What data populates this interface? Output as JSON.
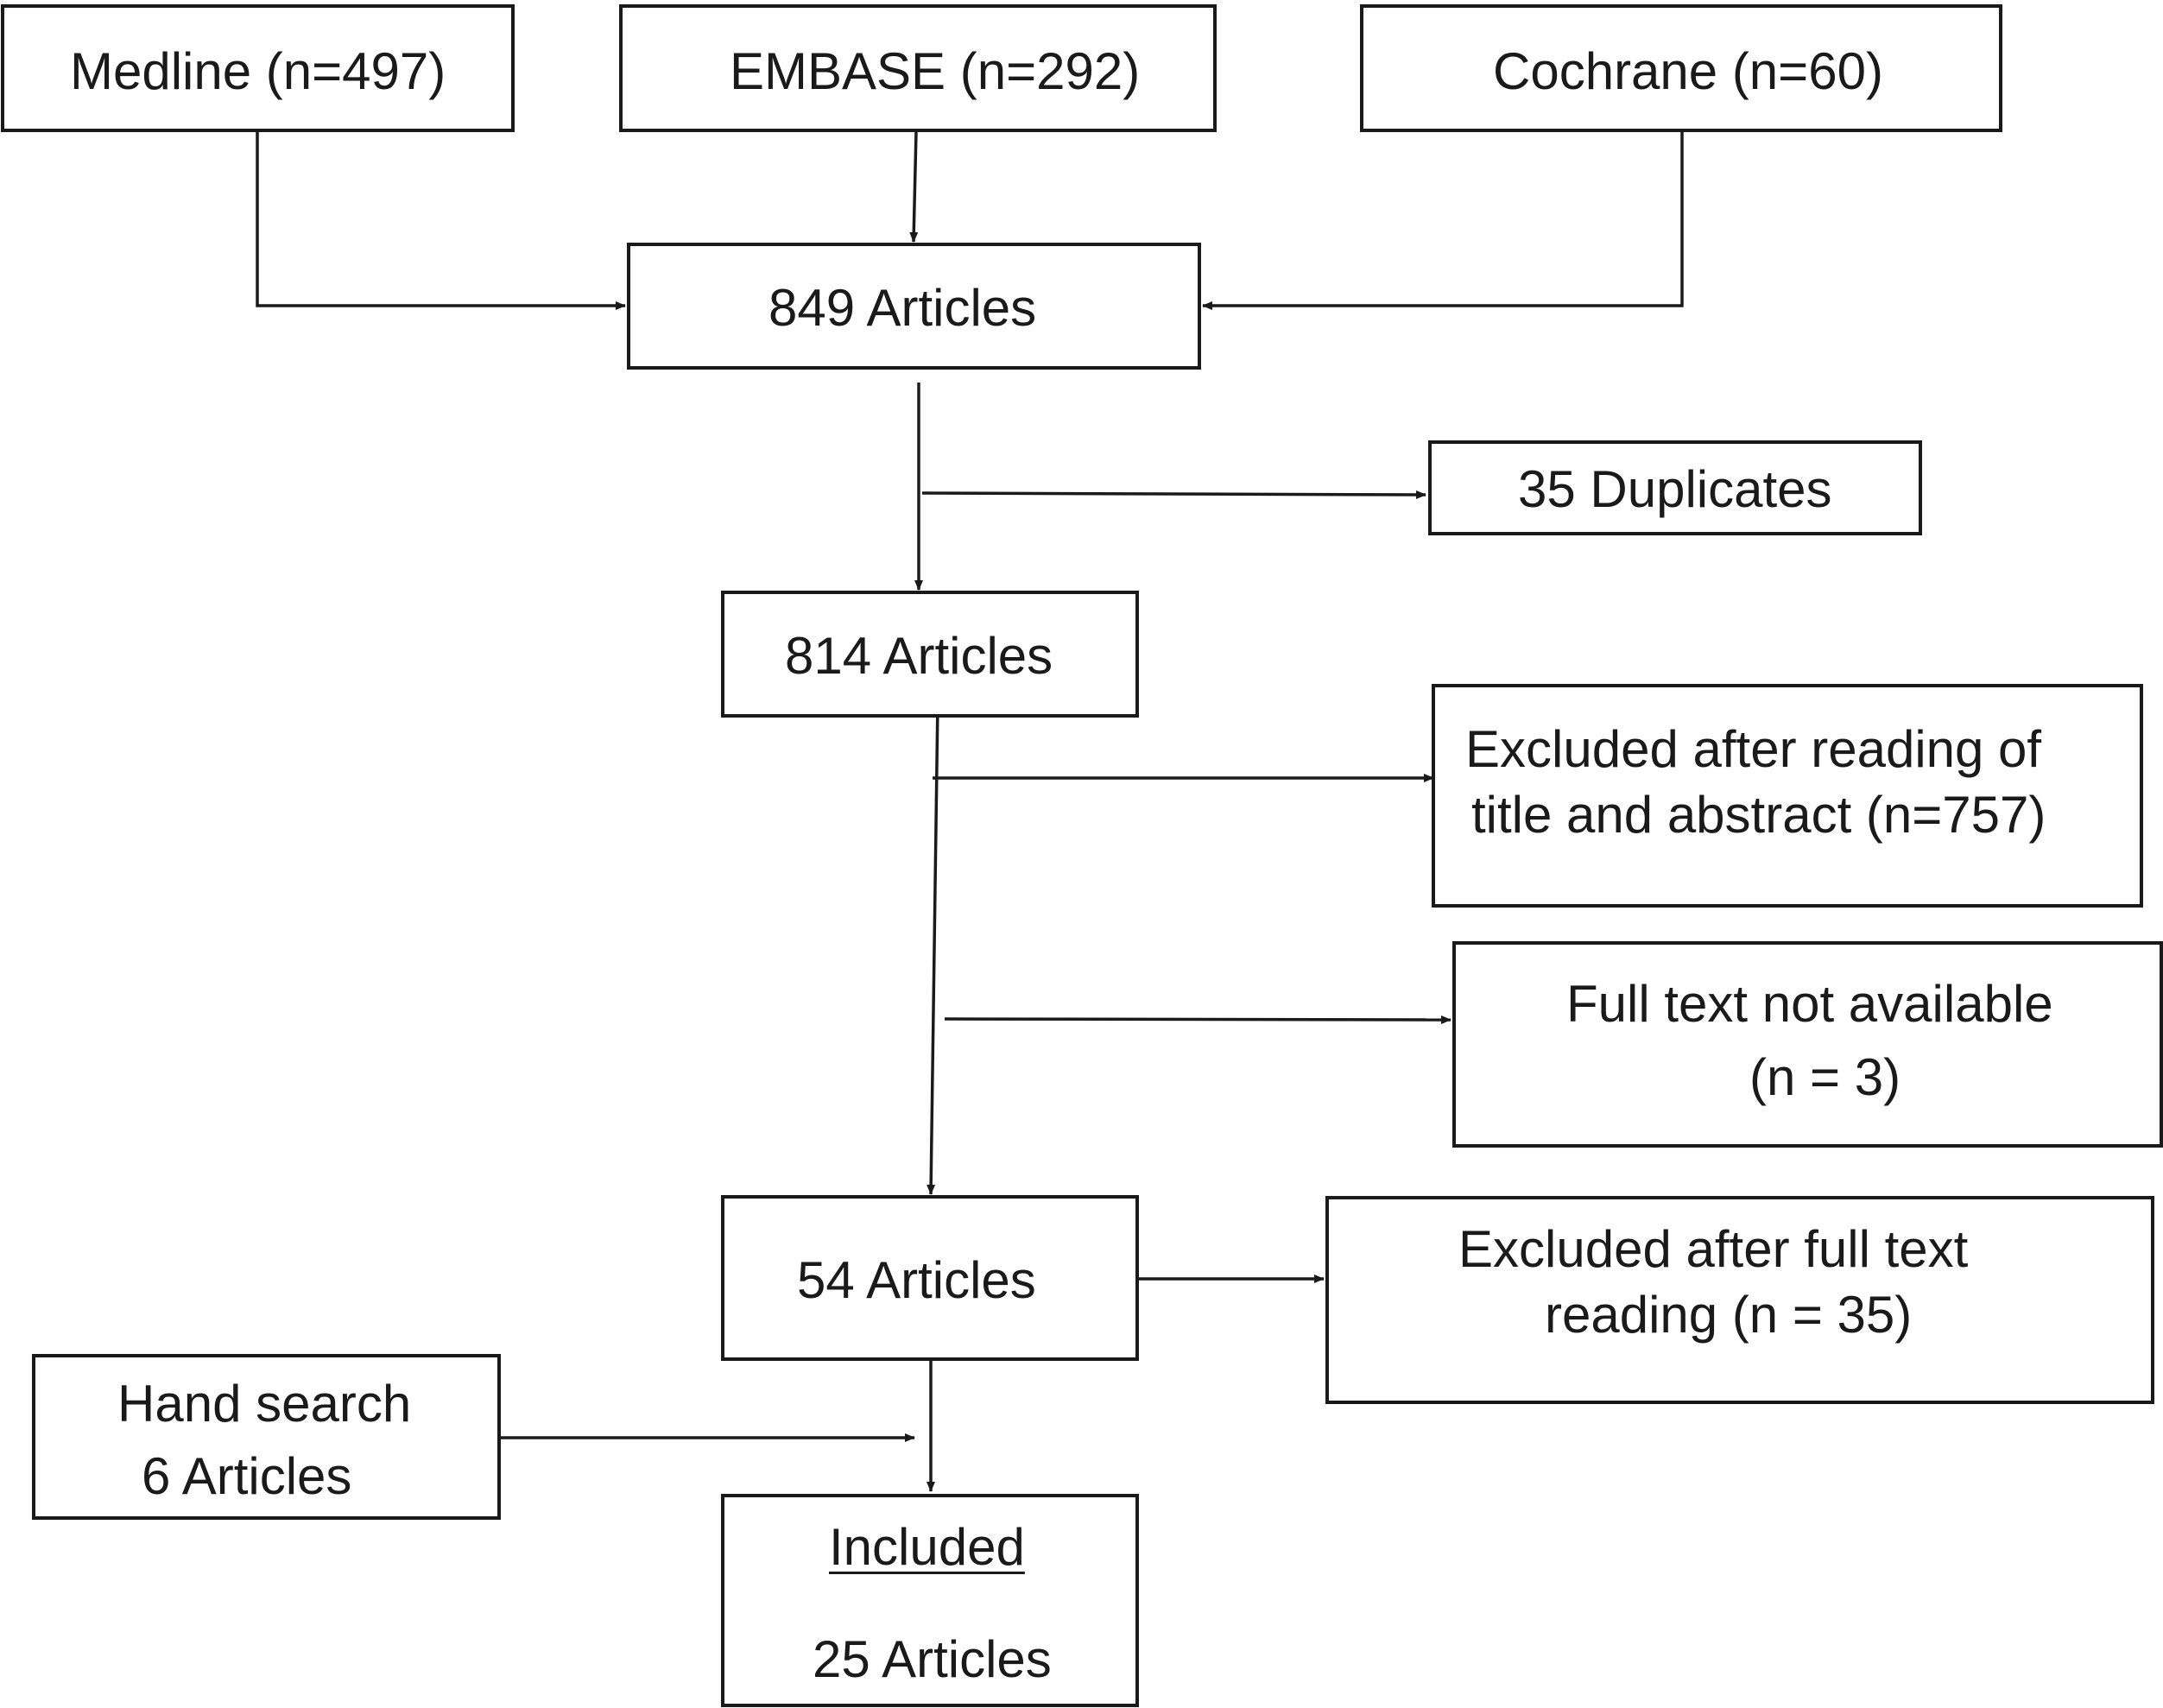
{
  "sources": {
    "medline": "Medline (n=497)",
    "embase": "EMBASE (n=292)",
    "cochrane": "Cochrane (n=60)"
  },
  "identified": "849 Articles",
  "duplicates": "35 Duplicates",
  "after_duplicates": "814 Articles",
  "excluded_title_abstract": {
    "line1": "Excluded after reading of",
    "line2": "title and abstract (n=757)"
  },
  "full_text_not_available": {
    "line1": "Full text not available",
    "line2": "(n = 3)"
  },
  "full_text_assessed": "54 Articles",
  "excluded_full_text": {
    "line1": "Excluded after full text",
    "line2": "reading (n = 35)"
  },
  "hand_search": {
    "line1": "Hand search",
    "line2": "6 Articles"
  },
  "included": {
    "heading": "Included",
    "count": "25 Articles"
  }
}
